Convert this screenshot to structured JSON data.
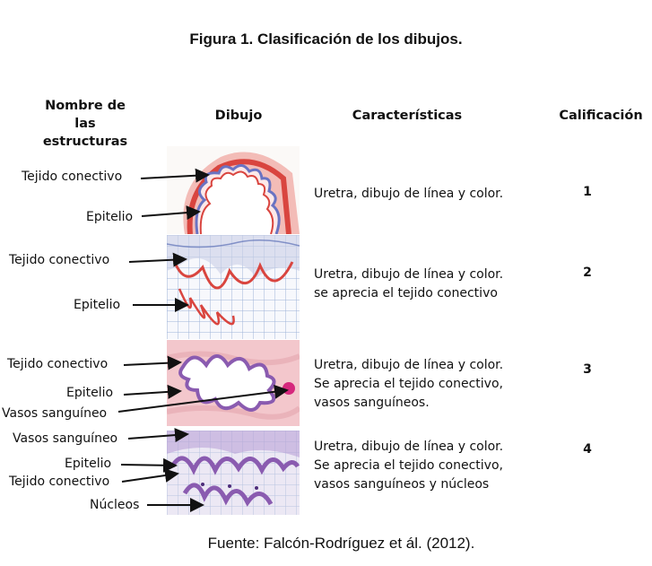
{
  "title": "Figura 1. Clasificación de los dibujos.",
  "headers": {
    "structures": [
      "Nombre de",
      "las estructuras"
    ],
    "drawing": "Dibujo",
    "characteristics": "Características",
    "score": "Calificación"
  },
  "rows": [
    {
      "labels": [
        "Tejido conectivo",
        "Epitelio"
      ],
      "description": [
        "Uretra, dibujo de línea y color."
      ],
      "score": "1"
    },
    {
      "labels": [
        "Tejido conectivo",
        "Epitelio"
      ],
      "description": [
        "Uretra, dibujo de línea y color.",
        "se aprecia el tejido conectivo"
      ],
      "score": "2"
    },
    {
      "labels": [
        "Tejido conectivo",
        "Epitelio",
        "Vasos sanguíneo"
      ],
      "description": [
        "Uretra, dibujo de línea y color.",
        "Se aprecia el tejido conectivo,",
        "vasos sanguíneos."
      ],
      "score": "3"
    },
    {
      "labels": [
        "Vasos sanguíneo",
        "Epitelio",
        "Tejido conectivo",
        "Núcleos"
      ],
      "description": [
        "Uretra, dibujo de línea y color.",
        "Se aprecia el tejido conectivo,",
        "vasos sanguíneos y núcleos"
      ],
      "score": "4"
    }
  ],
  "source": "Fuente: Falcón-Rodríguez et ál. (2012).",
  "colors": {
    "epithelium_red": "#d9453f",
    "connective_pink": "#f3c7cc",
    "stain_purple": "#8a5bb0",
    "grid_blue": "#9fb3d9",
    "blood_magenta": "#d6287d"
  }
}
